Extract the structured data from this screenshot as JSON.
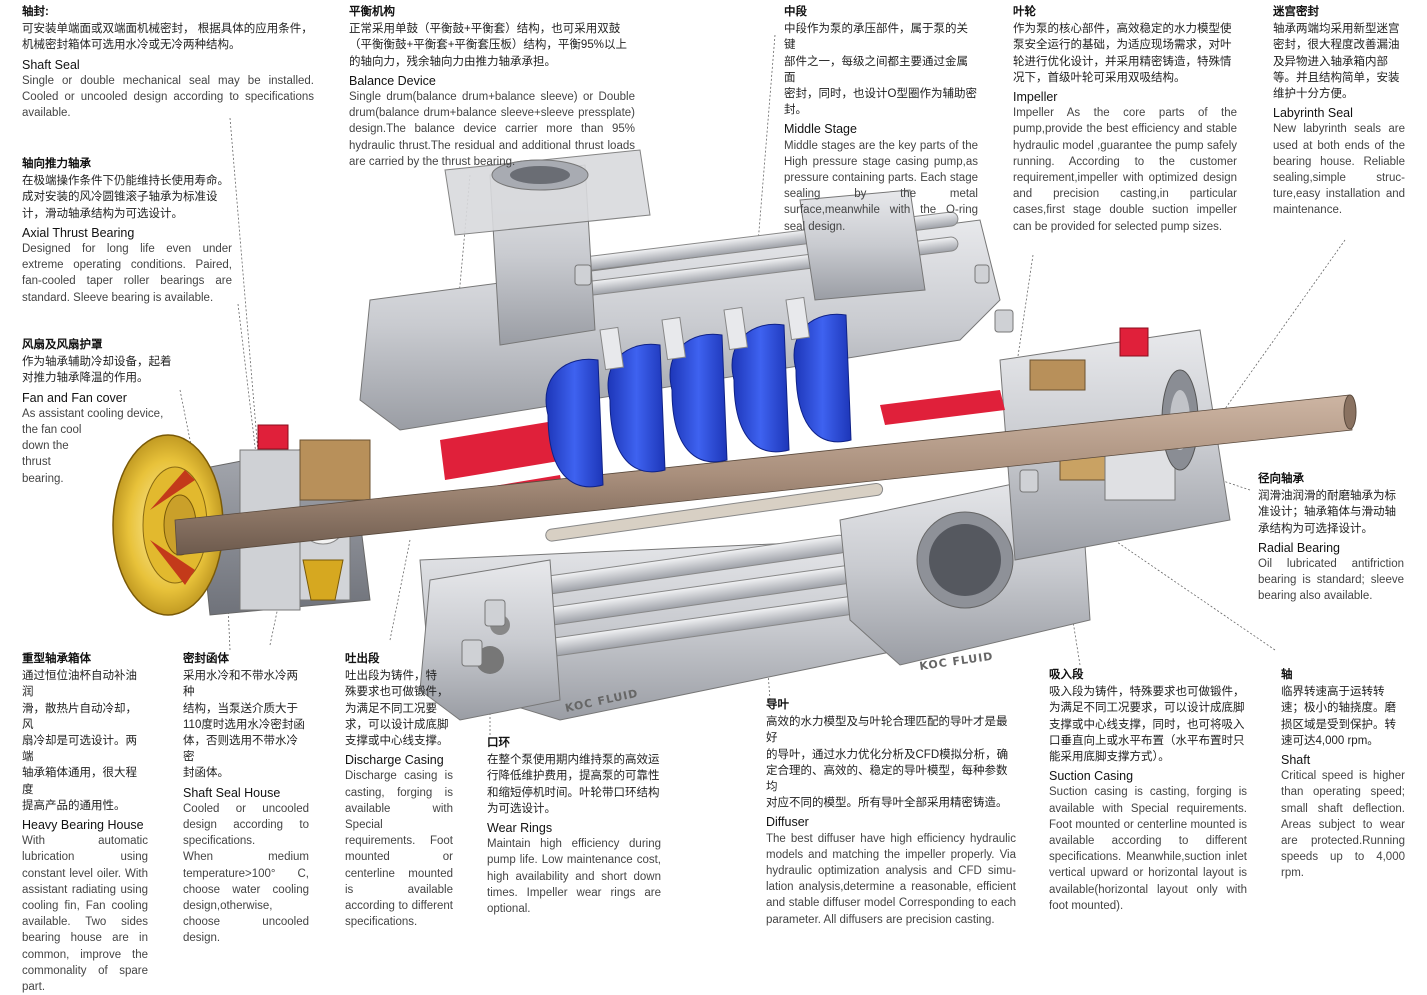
{
  "blocks": {
    "shaft_seal": {
      "h": "轴封:",
      "cn": "可安装单端面或双端面机械密封， 根据具体的应用条件，\n机械密封箱体可选用水冷或无冷两种结构。",
      "en_title": "Shaft Seal",
      "en": "Single or double mechanical seal may be installed. Cooled or uncooled design according to specifications available."
    },
    "axial_thrust": {
      "h": "轴向推力轴承",
      "cn": "在极端操作条件下仍能维持长使用寿命。\n成对安装的风冷圆锥滚子轴承为标准设\n计，滑动轴承结构为可选设计。",
      "en_title": "Axial Thrust Bearing",
      "en": "Designed for long life even under extreme operating conditions. Paired, fan-cooled taper roller bearings are standard. Sleeve bearing is available."
    },
    "fan": {
      "h": "风扇及风扇护罩",
      "cn": "作为轴承辅助冷却设备，起着\n对推力轴承降温的作用。",
      "en_title": "Fan and Fan cover",
      "en": "As assistant cooling device,\nthe fan cool\ndown the\nthrust\nbearing."
    },
    "balance": {
      "h": "平衡机构",
      "cn": "正常采用单鼓（平衡鼓+平衡套）结构，也可采用双鼓\n（平衡衡鼓+平衡套+平衡套压板）结构，平衡95%以上\n的轴向力，残余轴向力由推力轴承承担。",
      "en_title": "Balance Device",
      "en": "Single drum(balance drum+balance sleeve) or Double drum(balance drum+balance sleeve+sleeve pressplate) design.The balance device carrier more than 95% hydraulic thrust.The residual and additional thrust loads are carried by the thrust bearing."
    },
    "middle": {
      "h": "中段",
      "cn": "中段作为泵的承压部件，属于泵的关键\n部件之一，每级之间都主要通过金属面\n密封，同时，也设计O型圈作为辅助密\n封。",
      "en_title": "Middle Stage",
      "en": "Middle stages are the key parts of the High pressure stage casing pump,as pressure containing parts. Each stage sealing by the metal surface,meanwhile with the O-ring seal design."
    },
    "impeller": {
      "h": "叶轮",
      "cn": "作为泵的核心部件，高效稳定的水力模型使\n泵安全运行的基础，为适应现场需求，对叶\n轮进行优化设计，并采用精密铸造，特殊情\n况下，首级叶轮可采用双吸结构。",
      "en_title": "Impeller",
      "en": "Impeller As the core parts of the pump,provide the best efficiency and stable hydraulic model ,guarantee the pump safely running. According to the customer requirement,impeller with optimized design and precision casting,in particular cases,first stage double suction impeller can be provided for selected pump sizes."
    },
    "labyrinth": {
      "h": "迷宫密封",
      "cn": "轴承两端均采用新型迷宫\n密封，很大程度改善漏油\n及异物进入轴承箱内部\n等。并且结构简单，安装\n维护十分方便。",
      "en_title": "Labyrinth Seal",
      "en": "New labyrinth seals are used at both ends of the bearing house. Reliable sealing,simple struc-ture,easy installation and maintenance."
    },
    "radial": {
      "h": "径向轴承",
      "cn": "润滑油润滑的耐磨轴承为标\n准设计；轴承箱体与滑动轴\n承结构为可选择设计。",
      "en_title": "Radial Bearing",
      "en": "Oil lubricated antifriction bearing is standard; sleeve bearing also available."
    },
    "heavy": {
      "h": "重型轴承箱体",
      "cn": "通过恒位油杯自动补油润\n滑，散热片自动冷却，风\n扇冷却是可选设计。两端\n轴承箱体通用，很大程度\n提高产品的通用性。",
      "en_title": "Heavy Bearing House",
      "en": "With automatic lubrication using constant level oiler. With assistant radiating using cooling fin, Fan cooling available. Two sides bearing house are in common, improve the commonality of spare part."
    },
    "seal_house": {
      "h": "密封函体",
      "cn": "采用水冷和不带水冷两种\n结构，当泵送介质大于\n110度时选用水冷密封函\n体，否则选用不带水冷密\n封函体。",
      "en_title": "Shaft Seal House",
      "en": "Cooled or uncooled design according to specifications.\nWhen medium temperature>100° C, choose water cooling design,otherwise, choose uncooled design."
    },
    "discharge": {
      "h": "吐出段",
      "cn": "吐出段为铸件，特\n殊要求也可做锻件，\n为满足不同工况要\n求，可以设计成底脚\n支撑或中心线支撑。",
      "en_title": "Discharge Casing",
      "en": "Discharge casing is casting, forging is available with Special requirements. Foot mounted or centerline mounted is available according to different specifications."
    },
    "wear": {
      "h": "口环",
      "cn": "在整个泵使用期内维持泵的高效运\n行降低维护费用，提高泵的可靠性\n和缩短停机时间。叶轮带口环结构\n为可选设计。",
      "en_title": "Wear Rings",
      "en": "Maintain high efficiency during pump life. Low maintenance cost, high availability and short down times. Impeller wear rings are optional."
    },
    "diffuser": {
      "h": "导叶",
      "cn": "高效的水力模型及与叶轮合理匹配的导叶才是最好\n的导叶，通过水力优化分析及CFD模拟分析，确\n定合理的、高效的、稳定的导叶模型，每种参数均\n对应不同的模型。所有导叶全部采用精密铸造。",
      "en_title": "Diffuser",
      "en": "The best diffuser have high efficiency hydraulic models and matching the impeller properly. Via hydraulic optimization analysis and CFD simu-lation analysis,determine a reasonable, efficient and stable diffuser model Corresponding to each parameter. All diffusers are precision casting."
    },
    "suction": {
      "h": "吸入段",
      "cn": "吸入段为铸件，特殊要求也可做锻件，\n为满足不同工况要求，可以设计成底脚\n支撑或中心线支撑，同时，也可将吸入\n口垂直向上或水平布置（水平布置时只\n能采用底脚支撑方式）。",
      "en_title": "Suction Casing",
      "en": "Suction casing is casting, forging is available with Special requirements. Foot mounted or centerline mounted is available according to different specifications. Meanwhile,suction inlet vertical upward or horizontal layout is available(horizontal layout only with foot mounted)."
    },
    "shaft": {
      "h": "轴",
      "cn": "临界转速高于运转转\n速；极小的轴挠度。磨\n损区域是受到保护。转\n速可达4,000 rpm。",
      "en_title": "Shaft",
      "en": "Critical speed is higher than operating speed; small shaft deflection. Areas subject to wear are protected.Running speeds up to 4,000 rpm."
    }
  },
  "logos": {
    "logo1": "KOC FLUID",
    "logo2": "KOC FLUID"
  },
  "colors": {
    "impeller": "#2f4fd6",
    "seal_red": "#e0203a",
    "shaft": "#a98f7c",
    "bearing_gold": "#d6a820",
    "casing": "#c9cbd0"
  }
}
